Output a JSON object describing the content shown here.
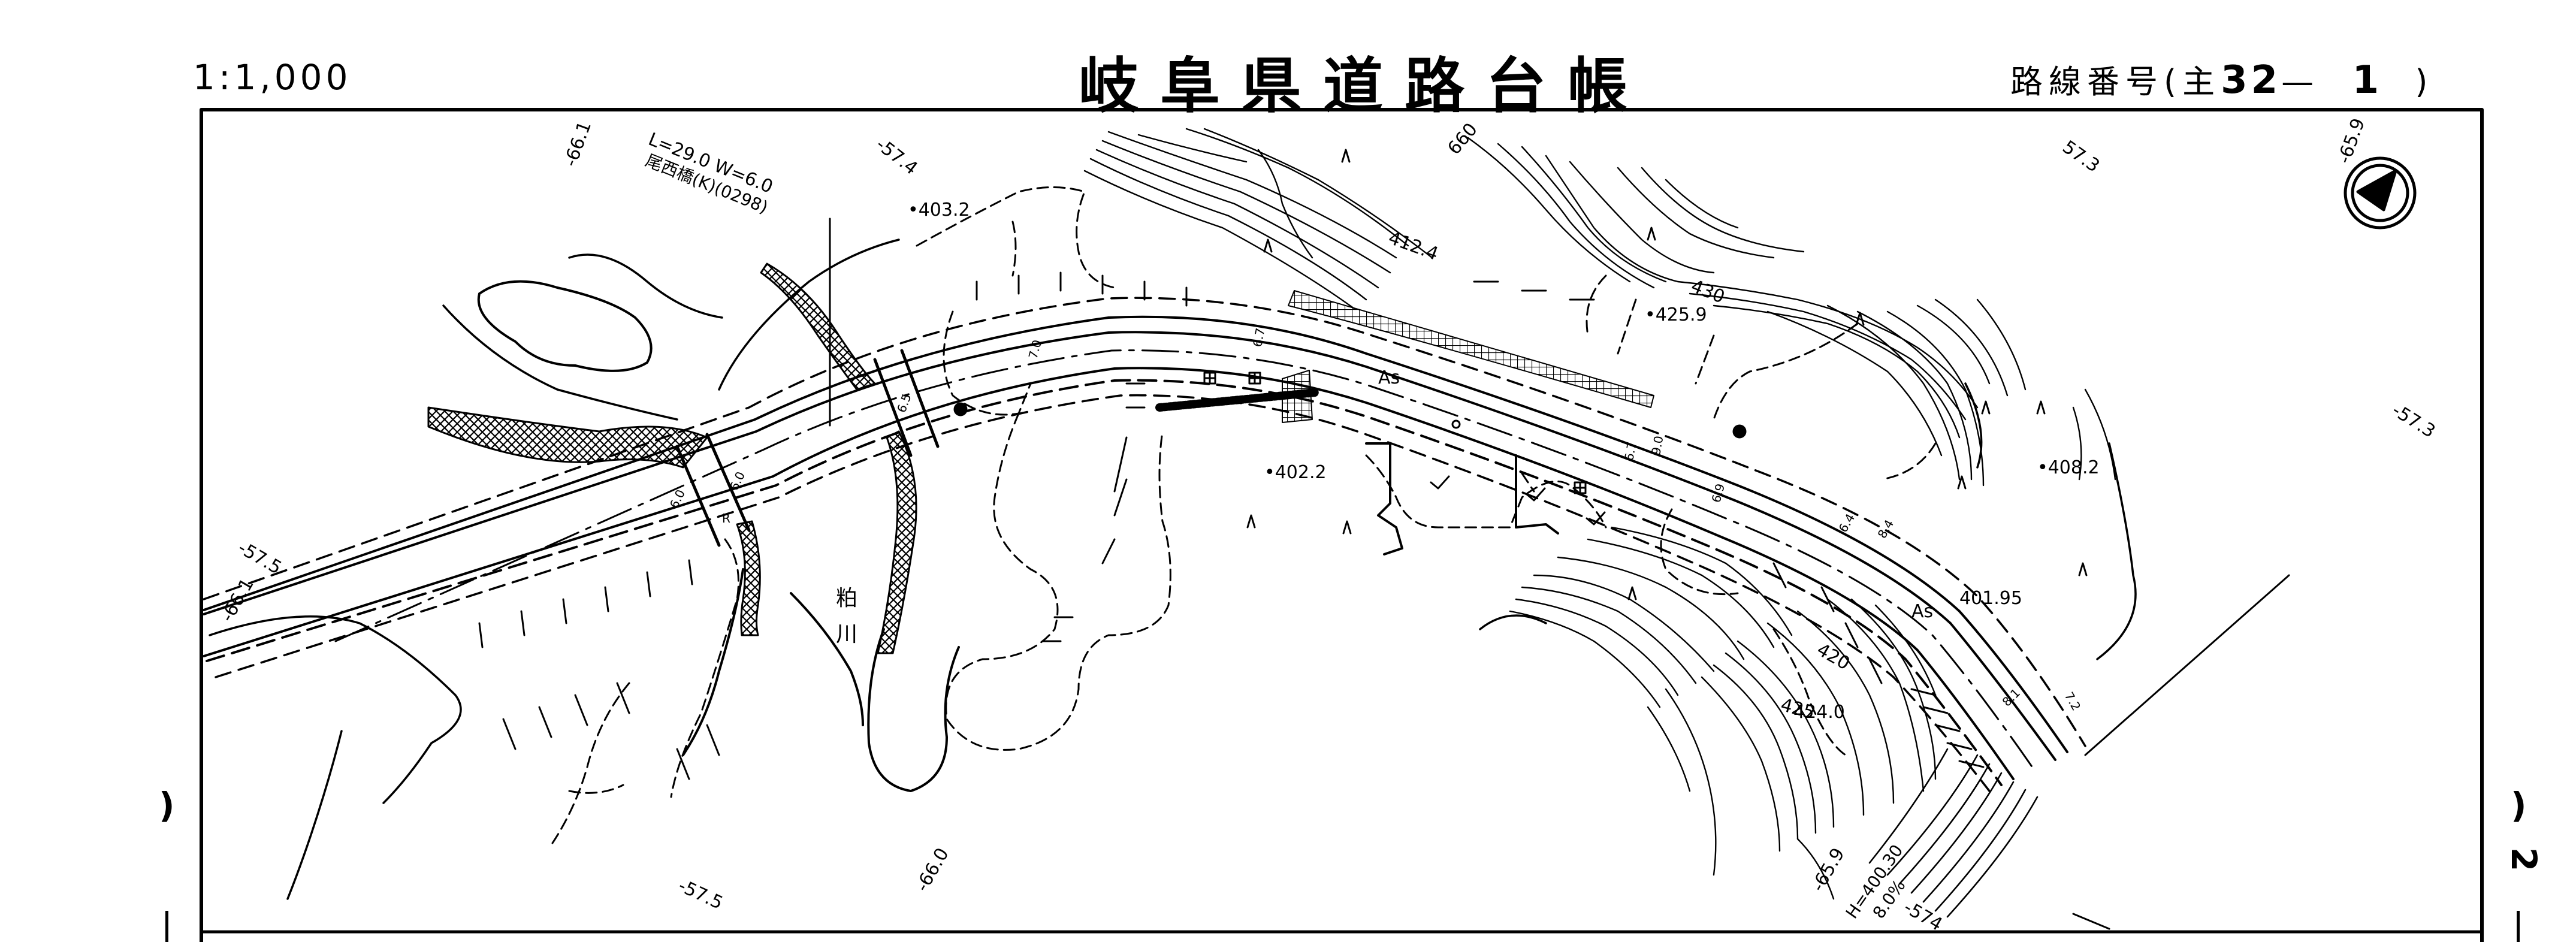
{
  "header": {
    "scale": "1:1,000",
    "title": "岐阜県道路台帳",
    "route_label": "路線番号",
    "route_open": "(",
    "route_prefix": "主",
    "route_number": "32",
    "route_dash": "—",
    "route_sheet": "1",
    "route_close": ")"
  },
  "map_labels": {
    "bridge_name": "尾西橋(K)(0298)",
    "bridge_dims": "L=29.0 W=6.0",
    "river_name_1": "粕",
    "river_name_2": "川",
    "pavement_1": "As",
    "pavement_2": "As",
    "spot_403_2": "•403.2",
    "spot_412_4": "412.4",
    "spot_425_9": "•425.9",
    "spot_402_2": "•402.2",
    "spot_408_2": "•408.2",
    "spot_401_95": "401.95",
    "spot_424_0": "424.0",
    "contour_430": "430",
    "contour_420": "420",
    "contour_425": "425",
    "grid_661_a": "-66.1",
    "grid_574_a": "-57.4",
    "grid_660_a": "660",
    "grid_573_a": "57.3",
    "grid_659_a": "-65.9",
    "grid_573_b": "-57.3",
    "grid_575_a": "-57.5",
    "grid_661_b": "-66.1",
    "grid_575_b": "-57.5",
    "grid_660_b": "-66.0",
    "grid_659_b": "-65.9",
    "grid_574_b": "-574",
    "height_label": "H=400.30",
    "grade_label": "8.0%",
    "width_60_a": "6.0",
    "width_60_b": "6.0",
    "width_67_a": "6.7",
    "width_67_b": "6.7",
    "width_70": "7.0",
    "width_65": "6.5",
    "width_90": "9.0",
    "width_69": "6.9",
    "width_64": "6.4",
    "width_84": "8.4",
    "width_81": "8.1",
    "width_72": "7.2",
    "road_r": "R"
  },
  "side_marks": {
    "left_paren": ")",
    "right_paren": ")",
    "right_sheet": "2"
  }
}
